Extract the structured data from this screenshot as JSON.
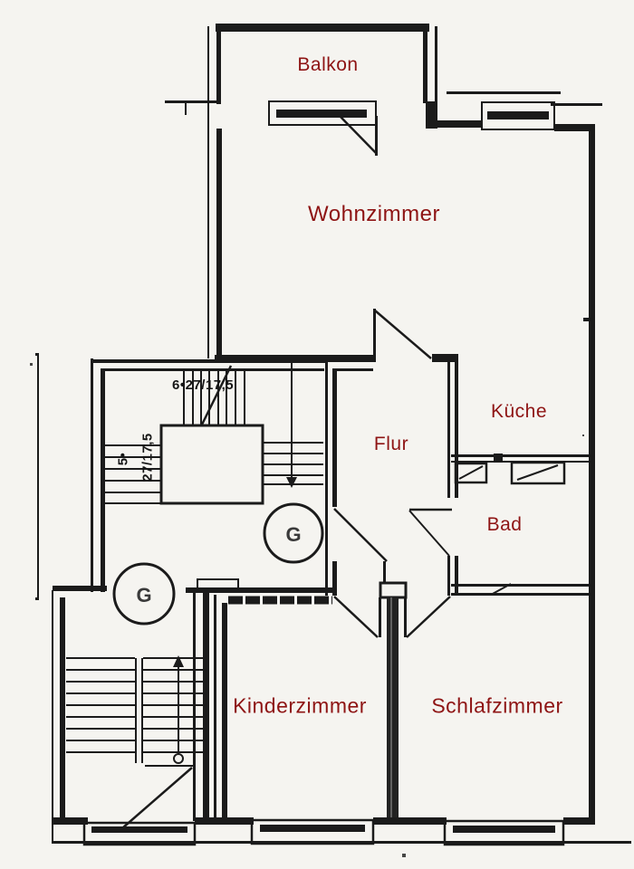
{
  "rooms": {
    "balkon": {
      "label": "Balkon"
    },
    "wohnzimmer": {
      "label": "Wohnzimmer"
    },
    "kueche": {
      "label": "Küche"
    },
    "flur": {
      "label": "Flur"
    },
    "bad": {
      "label": "Bad"
    },
    "kinderzimmer": {
      "label": "Kinderzimmer"
    },
    "schlafzimmer": {
      "label": "Schlafzimmer"
    }
  },
  "measurements": {
    "top_flight": "6•27/17,5",
    "left_flight_count": "5•",
    "left_flight_dim": "27/17,5"
  },
  "symbols": {
    "meter1": "G",
    "meter2": "G"
  },
  "colors": {
    "line": "#1b1b1b",
    "label": "#8e1414",
    "background": "#f5f4f0"
  }
}
